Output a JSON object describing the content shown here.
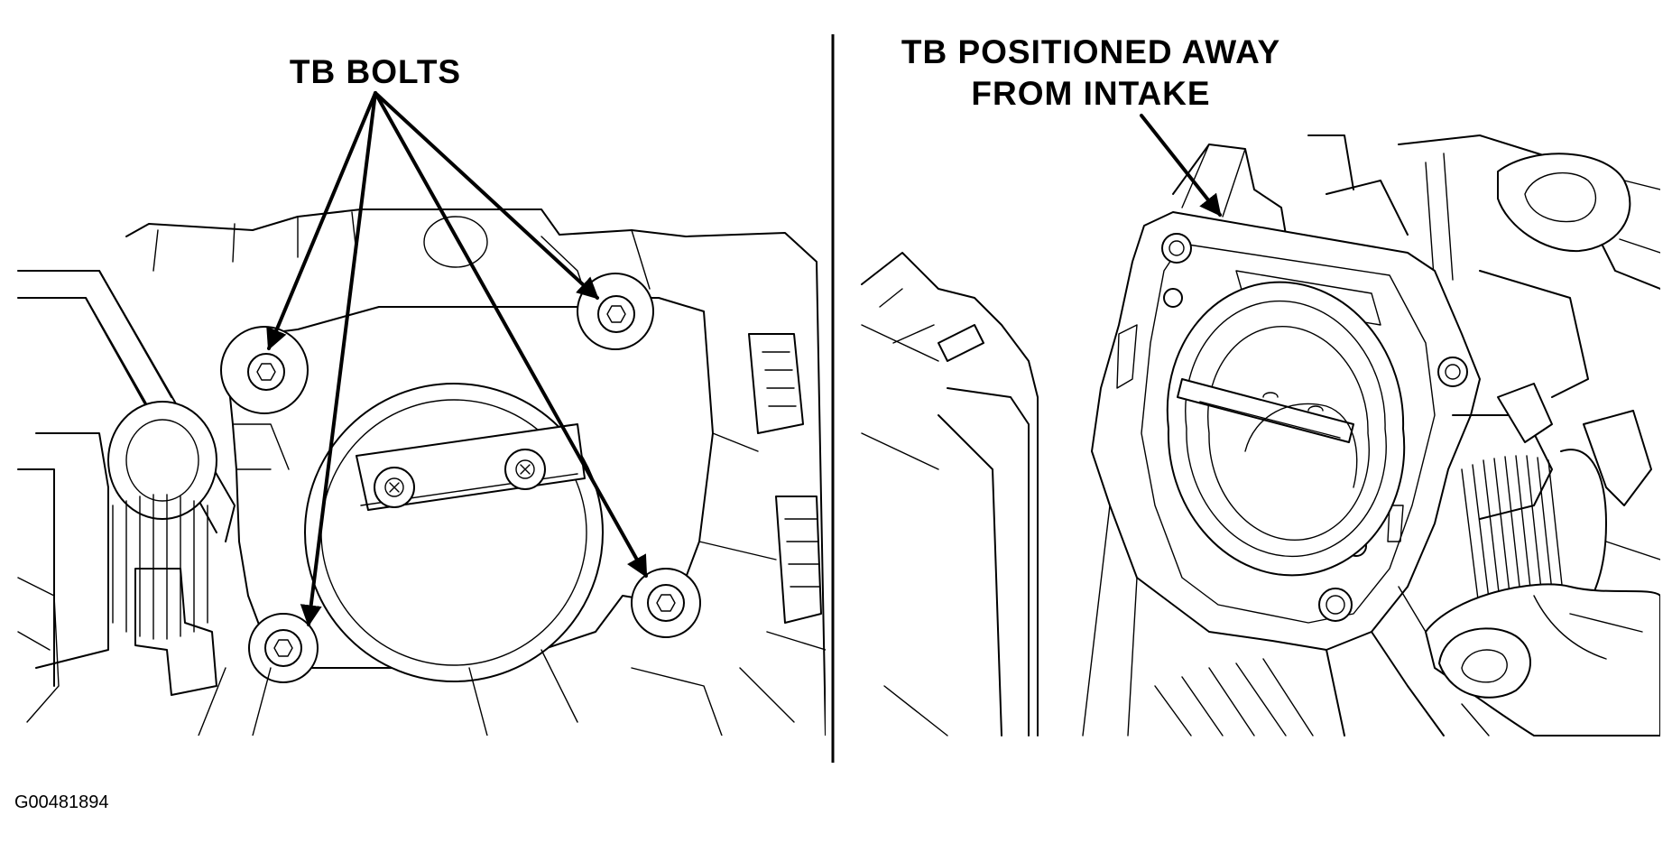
{
  "labels": {
    "tb_bolts": "TB BOLTS",
    "tb_positioned_line1": "TB POSITIONED AWAY",
    "tb_positioned_line2": "FROM INTAKE",
    "figure_id": "G00481894"
  },
  "colors": {
    "ink": "#000000",
    "paper": "#ffffff"
  }
}
